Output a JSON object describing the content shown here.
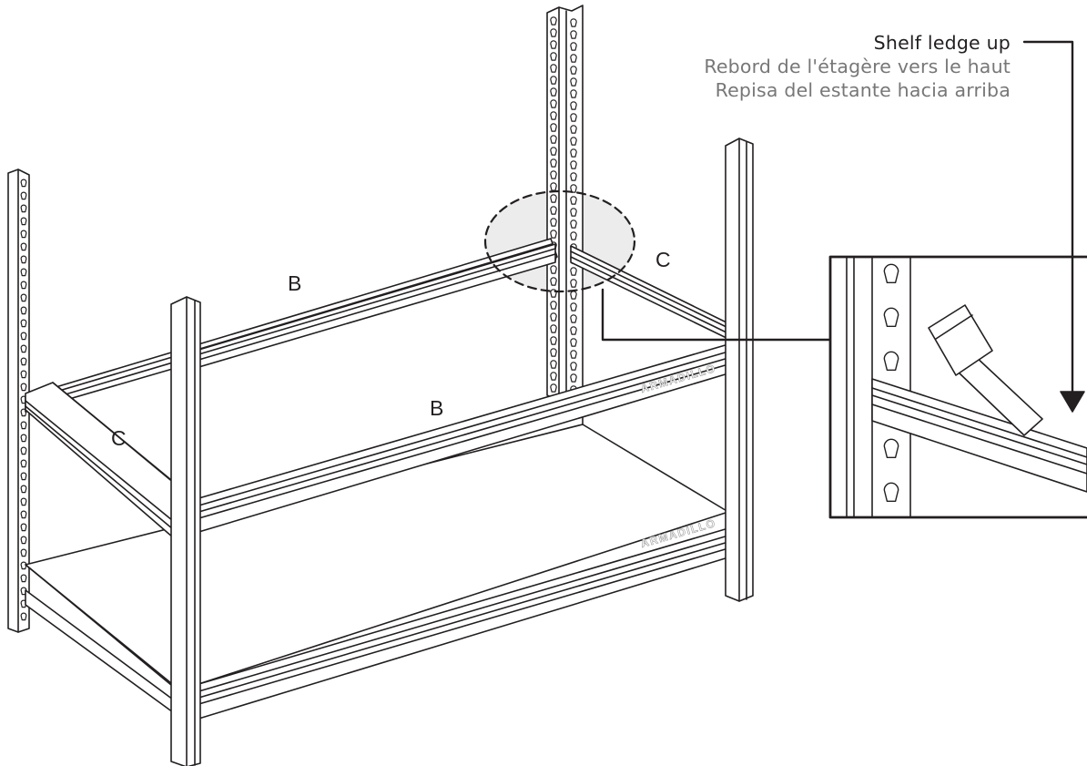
{
  "callout": {
    "lines": [
      "Shelf ledge up",
      "Rebord de l'étagère vers le haut",
      "Repisa del estante hacia arriba"
    ]
  },
  "parts": {
    "back_beam_label": "B",
    "front_beam_label": "B",
    "right_side_beam_label": "C",
    "left_side_beam_label": "C"
  },
  "brand": {
    "upper": "ARMADILLO",
    "lower": "ARMADILLO"
  },
  "icons": {
    "mallet": "mallet-icon",
    "arrow": "arrow-down-icon"
  },
  "colors": {
    "ink": "#231f20",
    "secondary_text": "#777777",
    "highlight": "#ececec"
  }
}
